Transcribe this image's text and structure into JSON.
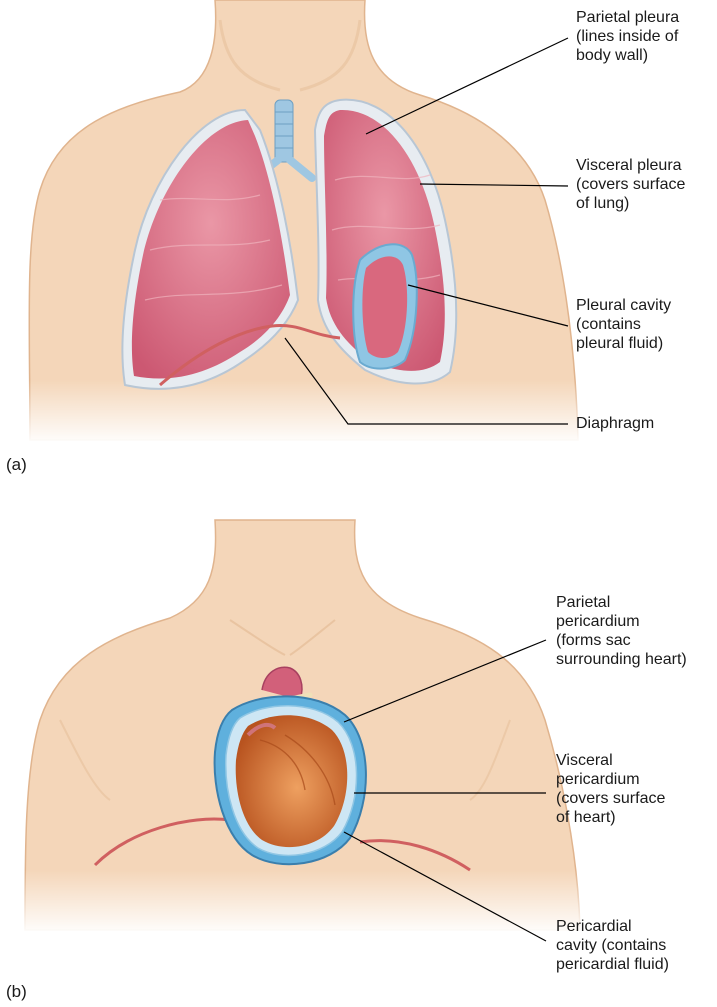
{
  "panels": [
    {
      "tag": "(a)",
      "labels": [
        {
          "key": "parietal_pleura",
          "text": "Parietal pleura\n(lines inside of\nbody wall)"
        },
        {
          "key": "visceral_pleura",
          "text": "Visceral pleura\n(covers surface\nof lung)"
        },
        {
          "key": "pleural_cavity",
          "text": "Pleural cavity\n(contains\npleural fluid)"
        },
        {
          "key": "diaphragm",
          "text": "Diaphragm"
        }
      ]
    },
    {
      "tag": "(b)",
      "labels": [
        {
          "key": "parietal_pericardium",
          "text": "Parietal\npericardium\n(forms sac\nsurrounding heart)"
        },
        {
          "key": "visceral_pericardium",
          "text": "Visceral\npericardium\n(covers surface\nof heart)"
        },
        {
          "key": "pericardial_cavity",
          "text": "Pericardial\ncavity (contains\npericardial fluid)"
        }
      ]
    }
  ],
  "colors": {
    "skin": "#f6dcc2",
    "skin_shadow": "#eac3a0",
    "lung": "#d9687e",
    "lung_light": "#ea97a6",
    "pleura_membrane": "#c9d8e6",
    "pleural_fluid": "#8fc6e4",
    "heart": "#c8682e",
    "heart_light": "#e8944e",
    "pericardium": "#5fb0dd",
    "diaphragm": "#d06060",
    "leader_line": "#000000"
  }
}
